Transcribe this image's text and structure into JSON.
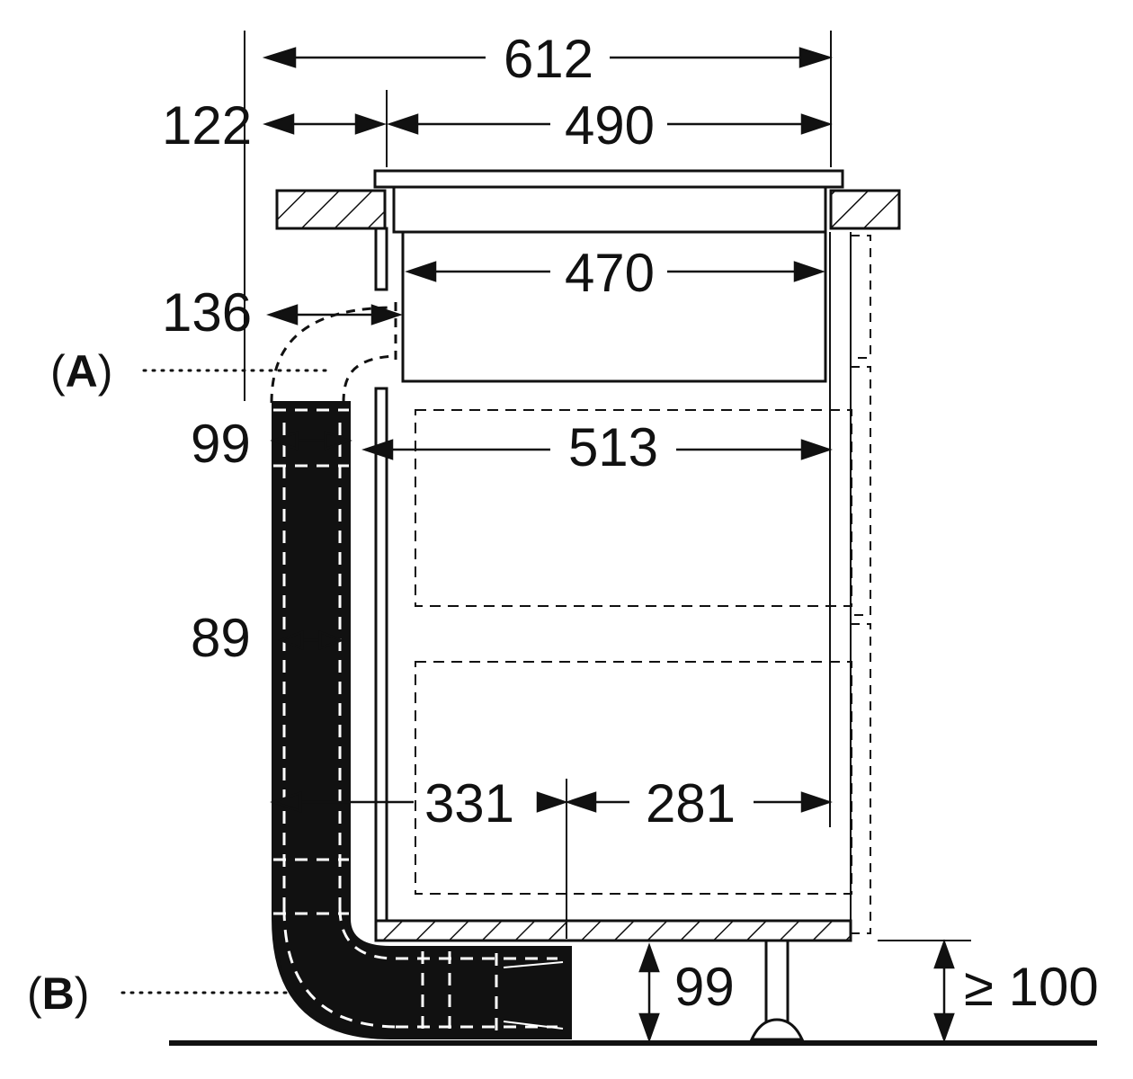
{
  "dimensions": {
    "overall_depth": "612",
    "hob_depth": "490",
    "front_offset": "122",
    "unit_depth": "470",
    "duct_clearance": "136",
    "duct_outer_width": "99",
    "duct_inner_width": "89",
    "carcass_depth": "513",
    "front_to_outlet": "331",
    "outlet_to_back": "281",
    "plinth_duct_height": "99",
    "plinth_height": "≥ 100"
  },
  "labels": {
    "a": {
      "open": "(",
      "letter": "A",
      "close": ")"
    },
    "b": {
      "open": "(",
      "letter": "B",
      "close": ")"
    }
  },
  "colors": {
    "line": "#111111",
    "duct_fill": "#111111",
    "duct_dash": "#ffffff",
    "background": "#ffffff"
  }
}
